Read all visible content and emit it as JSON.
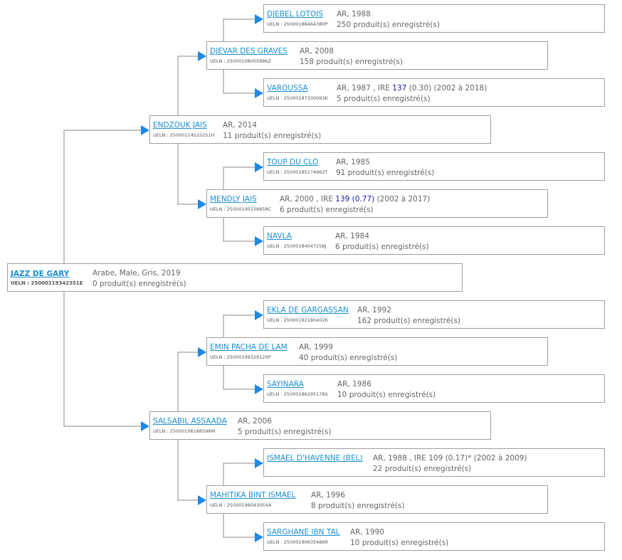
{
  "root": {
    "name": "JAZZ DE GARY",
    "ueln": "UELN : 25000119342351E",
    "info": "Arabe, Male, Gris, 2019",
    "produits": "0 produit(s) enregistré(s)"
  },
  "sire": {
    "name": "ENDZOUK JAIS",
    "ueln": "UELN : 25000114525251H",
    "info": "AR, 2014",
    "produits": "11 produit(s) enregistré(s)"
  },
  "dam": {
    "name": "SALSABIL ASSAADA",
    "ueln": "UELN : 25000106188598M",
    "info": "AR, 2006",
    "produits": "5 produit(s) enregistré(s)"
  },
  "ss": {
    "name": "DJEVAR DES GRAVES",
    "ueln": "UELN : 25000108005886Z",
    "info": "AR, 2008",
    "produits": "158 produit(s) enregistré(s)"
  },
  "sd": {
    "name": "MENDLY JAIS",
    "ueln": "UELN : 25000100158858C",
    "info_a": "AR, 2000 , IRE ",
    "info_ire": "139 (0.77)",
    "info_b": " (2002 à 2017)",
    "produits": "6 produit(s) enregistré(s)"
  },
  "ds": {
    "name": "EMIN PACHA DE LAM",
    "ueln": "UELN : 25000199329120P",
    "info": "AR, 1999",
    "produits": "40 produit(s) enregistré(s)"
  },
  "dd": {
    "name": "MAHITIKA BINT ISMAEL",
    "ueln": "UELN : 25000196043054A",
    "info": "AR, 1996",
    "produits": "8 produit(s) enregistré(s)"
  },
  "sss": {
    "name": "DJEBEL LOTOIS",
    "ueln": "UELN : 25000188464380P",
    "info": "AR, 1988",
    "produits": "250 produit(s) enregistré(s)"
  },
  "ssd": {
    "name": "VAROUSSA",
    "ueln": "UELN : 25000187330093K",
    "info_a": "AR, 1987 , IRE ",
    "info_ire": "137",
    "info_b": " (0.30) (2002 à 2018)",
    "produits": "5 produit(s) enregistré(s)"
  },
  "sds": {
    "name": "TOUP DU CLO",
    "ueln": "UELN : 25000185174962T",
    "info": "AR, 1985",
    "produits": "91 produit(s) enregistré(s)"
  },
  "sdd": {
    "name": "NAVLA",
    "ueln": "UELN : 25000184047258J",
    "info": "AR, 1984",
    "produits": "6 produit(s) enregistré(s)"
  },
  "dss": {
    "name": "EKLA DE GARGASSAN",
    "ueln": "UELN : 25000192180402K",
    "info": "AR, 1992",
    "produits": "162 produit(s) enregistré(s)"
  },
  "dsd": {
    "name": "SAYINARA",
    "ueln": "UELN : 25000186295178S",
    "info": "AR, 1986",
    "produits": "10 produit(s) enregistré(s)"
  },
  "dds": {
    "name": "ISMAEL D'HAVENNE (BEL)",
    "ueln": "",
    "info": "AR, 1988 , IRE 109 (0.17)* (2002 à 2009)",
    "produits": "22 produit(s) enregistré(s)"
  },
  "ddd": {
    "name": "SARGHANE IBN TAL",
    "ueln": "UELN : 25000190635486R",
    "info": "AR, 1990",
    "produits": "10 produit(s) enregistré(s)"
  },
  "colors": {
    "link": "#1a8fd6",
    "arrow": "#1e88e5",
    "border": "#9e9e9e",
    "ire": "#1a1aa8"
  }
}
